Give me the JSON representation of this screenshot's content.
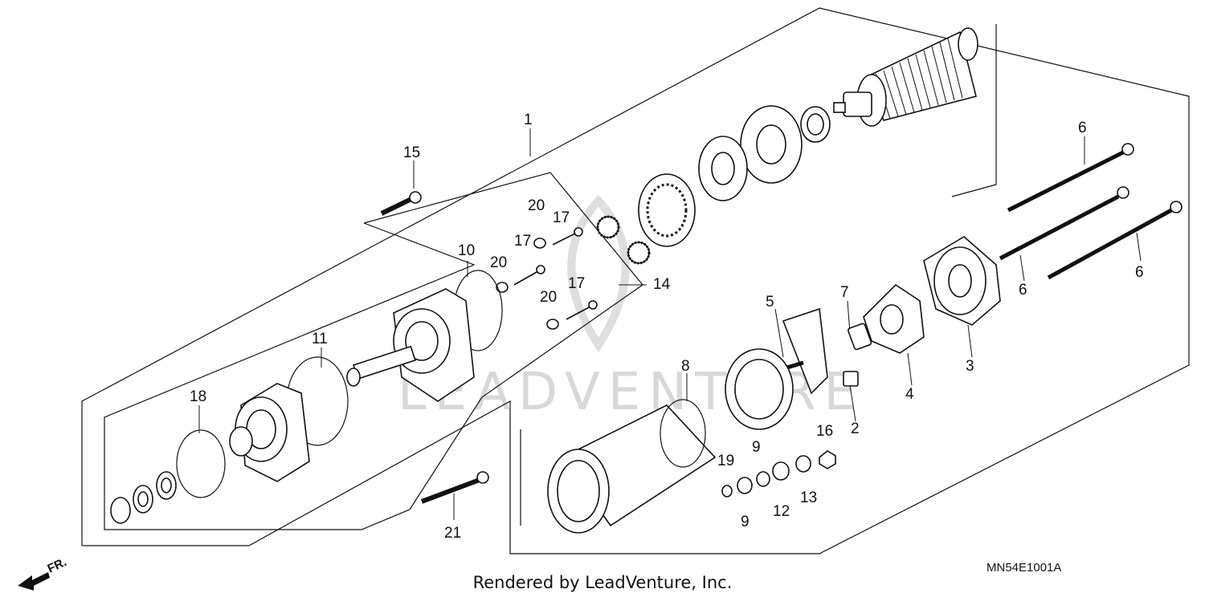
{
  "diagram": {
    "callouts": {
      "c1": "1",
      "c2": "2",
      "c3": "3",
      "c4": "4",
      "c5": "5",
      "c6a": "6",
      "c6b": "6",
      "c6c": "6",
      "c7": "7",
      "c8": "8",
      "c9a": "9",
      "c9b": "9",
      "c10": "10",
      "c11": "11",
      "c12": "12",
      "c13": "13",
      "c14": "14",
      "c15": "15",
      "c16": "16",
      "c17a": "17",
      "c17b": "17",
      "c17c": "17",
      "c18": "18",
      "c19": "19",
      "c20a": "20",
      "c20b": "20",
      "c20c": "20",
      "c21": "21"
    },
    "front_marker": "FR.",
    "diagram_code": "MN54E1001A",
    "watermark": "LEADVENTURE"
  },
  "footer": {
    "rendered_by": "Rendered by LeadVenture, Inc."
  },
  "colors": {
    "line": "#111111",
    "watermark": "#d8d8d8",
    "background": "#ffffff"
  }
}
